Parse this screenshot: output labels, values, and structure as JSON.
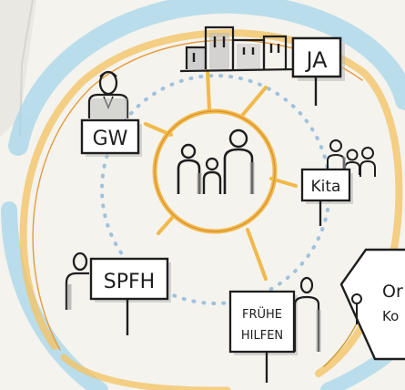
{
  "colors": {
    "paper": "#f4f3ee",
    "ink": "#1e1e1e",
    "gray": "#9a9a9a",
    "yellow": "#f2b94a",
    "orange": "#e8943a",
    "blue": "#9fd0e6",
    "dot_blue": "#8fb9d8"
  },
  "signs": {
    "ja": "JA",
    "gw": "GW",
    "kita": "Kita",
    "spfh": "SPFH",
    "fruehe_line1": "FRÜHE",
    "fruehe_line2": "HILFEN",
    "partial_line1": "Or",
    "partial_line2": "Ko"
  },
  "icons": [
    "family-icon",
    "building-icon",
    "speaker-icon",
    "kids-icon",
    "person-icon",
    "hexagon-icon"
  ]
}
